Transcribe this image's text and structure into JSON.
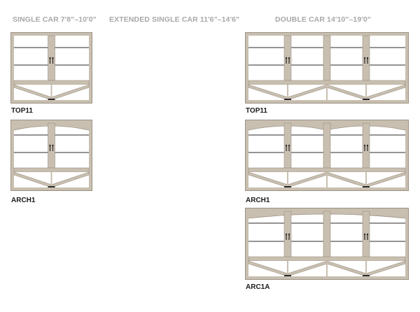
{
  "headers": {
    "single": "SINGLE CAR 7'8\"–10'0\"",
    "extended": "EXTENDED SINGLE CAR 11'6\"–14'6\"",
    "double": "DOUBLE CAR 14'10\"–19'0\""
  },
  "doors": {
    "single_top11": {
      "label": "TOP11",
      "style": "flat",
      "bays": 1
    },
    "single_arch1": {
      "label": "ARCH1",
      "style": "arch",
      "bays": 1
    },
    "double_top11": {
      "label": "TOP11",
      "style": "flat",
      "bays": 2
    },
    "double_arch1": {
      "label": "ARCH1",
      "style": "arch",
      "bays": 2
    },
    "double_arc1a": {
      "label": "ARC1A",
      "style": "arc-full",
      "bays": 2
    }
  },
  "colors": {
    "frame": "#c8bfb0",
    "frame_edge": "#9c9283",
    "panel": "#ffffff",
    "line": "#2a2a2a",
    "header_text": "#a8a8a8",
    "label_text": "#1a1a1a"
  }
}
